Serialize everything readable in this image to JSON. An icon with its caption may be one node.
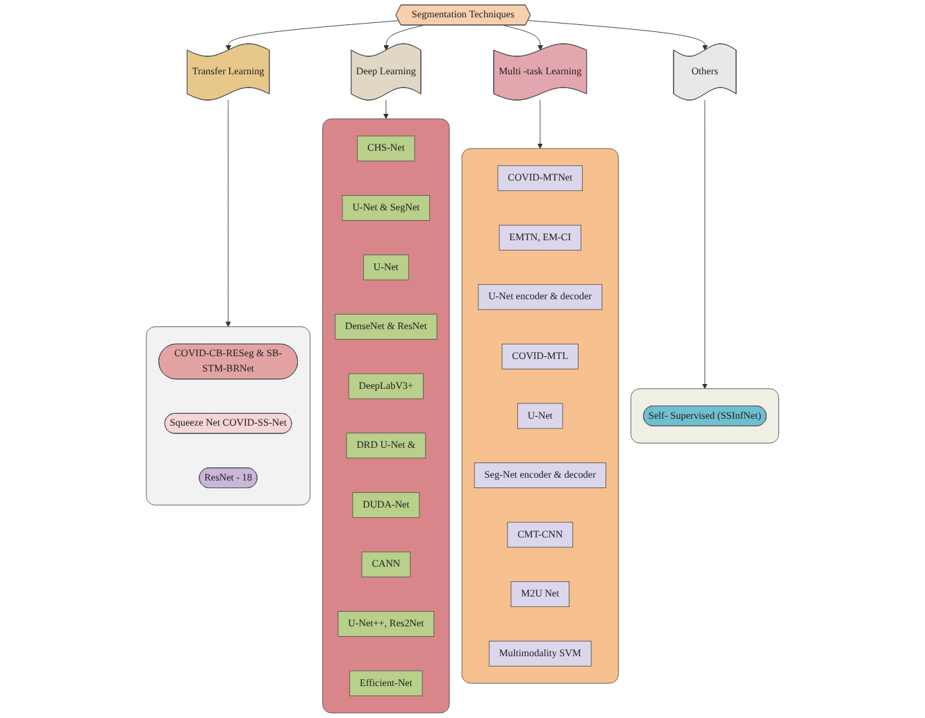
{
  "diagram": {
    "nodes": [
      {
        "text": [
          "Segmentation Techniques"
        ]
      },
      {
        "text": [
          "Transfer Learning"
        ]
      },
      {
        "text": [
          "Deep Learning"
        ]
      },
      {
        "text": [
          "Multi -task Learning"
        ]
      },
      {
        "text": [
          "Others"
        ]
      },
      {
        "text": [],
        "shape": "box"
      },
      {
        "text": [
          "COVID-CB-RESeg & SB-STM-BRNet"
        ],
        "in": 5
      },
      {
        "text": [
          "Squeeze Net COVID-SS-Net"
        ],
        "in": 5
      },
      {
        "text": [
          "ResNet - 18"
        ],
        "in": 5
      },
      {
        "text": [],
        "shape": "box"
      },
      {
        "text": [
          "CHS-Net"
        ],
        "in": 9
      },
      {
        "text": [
          "U-Net & SegNet"
        ],
        "in": 9
      },
      {
        "text": [
          "U-Net"
        ],
        "in": 9
      },
      {
        "text": [
          "DenseNet & ResNet"
        ],
        "in": 9
      },
      {
        "text": [
          "DeepLabV3+"
        ],
        "in": 9
      },
      {
        "text": [
          "DRD U-Net &"
        ],
        "in": 9
      },
      {
        "text": [
          "DUDA-Net"
        ],
        "in": 9
      },
      {
        "text": [
          "CANN"
        ],
        "in": 9
      },
      {
        "text": [
          "U-Net++, Res2Net"
        ],
        "in": 9
      },
      {
        "text": [
          "Efficient-Net"
        ],
        "in": 9
      },
      {
        "text": [],
        "shape": "box"
      },
      {
        "text": [
          "COVID-MTNet"
        ],
        "in": 20
      },
      {
        "text": [
          "EMTN, EM-CI"
        ],
        "in": 20
      },
      {
        "text": [
          "U-Net encoder & decoder"
        ],
        "in": 20
      },
      {
        "text": [
          "COVID-MTL"
        ],
        "in": 20
      },
      {
        "text": [
          "U-Net"
        ],
        "in": 20
      },
      {
        "text": [
          "Seg-Net encoder & decoder"
        ],
        "in": 20
      },
      {
        "text": [
          "CMT-CNN"
        ],
        "in": 20
      },
      {
        "text": [
          "M2U Net"
        ],
        "in": 20
      },
      {
        "text": [
          "Multimodality SVM"
        ],
        "in": 20
      },
      {
        "text": [],
        "shape": "box"
      },
      {
        "text": [
          "Self- Supervised (SSInfNet)"
        ],
        "in": 30
      }
    ],
    "edges": [
      {
        "from": 0,
        "to": 1,
        "arrow": "to"
      },
      {
        "from": 0,
        "to": 2,
        "arrow": "to"
      },
      {
        "from": 0,
        "to": 3,
        "arrow": "to"
      },
      {
        "from": 0,
        "to": 4,
        "arrow": "to"
      },
      {
        "from": 1,
        "to": 5,
        "arrow": "to"
      },
      {
        "from": 2,
        "to": 9,
        "arrow": "to"
      },
      {
        "from": 3,
        "to": 20,
        "arrow": "to"
      },
      {
        "from": 4,
        "to": 30,
        "arrow": "to"
      }
    ]
  }
}
